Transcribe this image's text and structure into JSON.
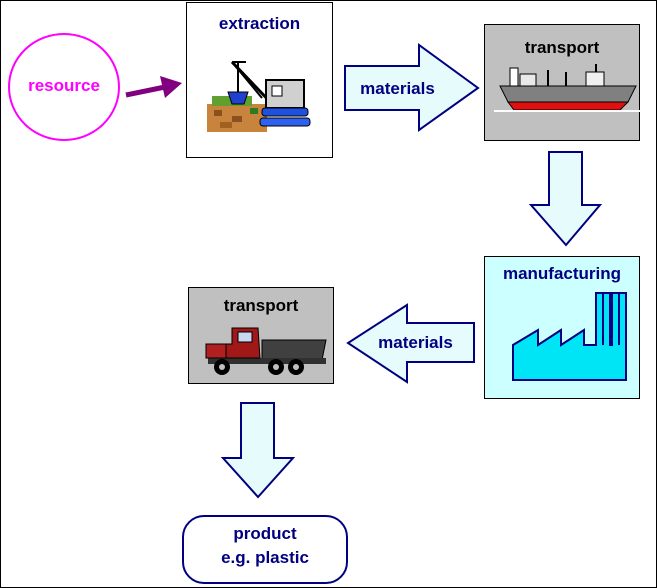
{
  "nodes": {
    "resource": {
      "label": "resource"
    },
    "extraction": {
      "label": "extraction",
      "icon": "crane-excavator-icon"
    },
    "transport_ship": {
      "label": "transport",
      "icon": "cargo-ship-icon"
    },
    "manufacturing": {
      "label": "manufacturing",
      "icon": "factory-icon"
    },
    "transport_truck": {
      "label": "transport",
      "icon": "dump-truck-icon"
    },
    "product": {
      "line1": "product",
      "line2": "e.g. plastic"
    }
  },
  "edges": {
    "extraction_to_ship": {
      "label": "materials"
    },
    "manufacturing_to_truck": {
      "label": "materials"
    }
  },
  "colors": {
    "resource_border": "#ff00ff",
    "resource_text": "#ff00ff",
    "arrow_purple": "#800080",
    "arrow_fill": "#e6fbfb",
    "arrow_stroke": "#000080",
    "label_navy": "#000080",
    "transport_box": "#c0c0c0",
    "manufacturing_box": "#ccffff",
    "factory_fill": "#00e5f5"
  }
}
